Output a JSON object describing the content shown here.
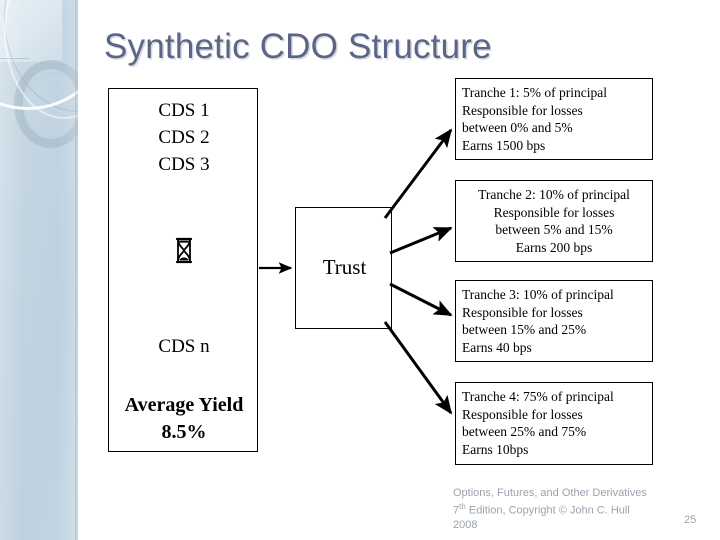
{
  "slide": {
    "title": "Synthetic CDO Structure",
    "title_color": "#5c6684",
    "background_color": "#ffffff",
    "sidebar_color": "#c3d4e0"
  },
  "cds_pool": {
    "items": [
      "CDS 1",
      "CDS 2",
      "CDS 3"
    ],
    "hourglass_icon": "hourglass-icon",
    "hourglass_glyph": "⌛",
    "last_item": "CDS n",
    "average_yield_label": "Average Yield",
    "average_yield_value": "8.5%"
  },
  "trust": {
    "label": "Trust"
  },
  "tranches": [
    {
      "name": "Tranche 1",
      "align": "left",
      "lines": [
        "Tranche 1: 5% of principal",
        "Responsible for losses",
        "between 0% and 5%",
        "Earns 1500 bps"
      ],
      "principal_pct": 5,
      "attachment_pct": 0,
      "detachment_pct": 5,
      "spread_bps": 1500
    },
    {
      "name": "Tranche 2",
      "align": "center",
      "lines": [
        "Tranche 2: 10% of principal",
        "Responsible for losses",
        "between 5% and 15%",
        "Earns 200 bps"
      ],
      "principal_pct": 10,
      "attachment_pct": 5,
      "detachment_pct": 15,
      "spread_bps": 200
    },
    {
      "name": "Tranche 3",
      "align": "left",
      "lines": [
        "Tranche 3: 10% of principal",
        "Responsible for losses",
        "between 15% and 25%",
        "Earns 40 bps"
      ],
      "principal_pct": 10,
      "attachment_pct": 15,
      "detachment_pct": 25,
      "spread_bps": 40
    },
    {
      "name": "Tranche 4",
      "align": "left",
      "lines": [
        "Tranche 4: 75% of principal",
        "Responsible for losses",
        "between 25% and 75%",
        "Earns 10bps"
      ],
      "principal_pct": 75,
      "attachment_pct": 25,
      "detachment_pct": 75,
      "spread_bps": 10
    }
  ],
  "footer": {
    "line1": "Options, Futures, and Other Derivatives",
    "line2_pre": "7",
    "line2_sup": "th",
    "line2_post": " Edition, Copyright © John C. Hull",
    "line3": "2008",
    "page_number": "25"
  }
}
